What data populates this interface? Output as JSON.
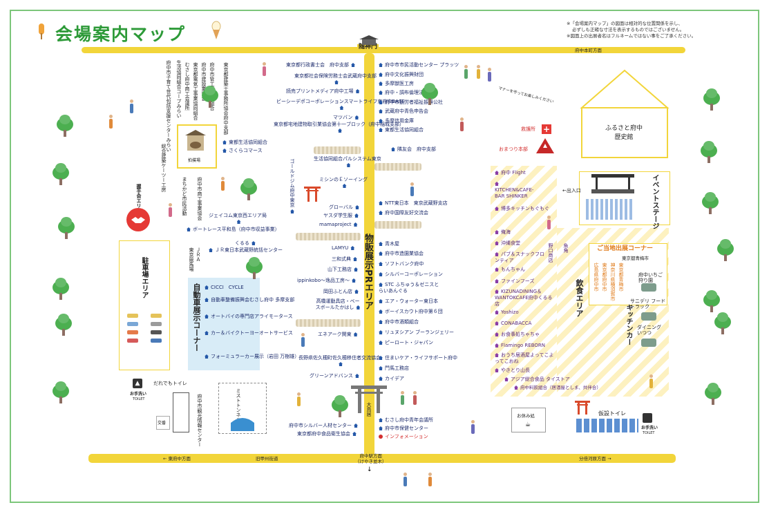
{
  "title": "会場案内マップ",
  "notes": [
    "※「会場案内マップ」の図面は相対的な位置関係を示し、",
    "必ずしも正確な寸法を表示するものではございません。",
    "※図面上の出展者名はフルネームではない事をご了承ください。"
  ],
  "gate": "随神門",
  "roads": {
    "top_right": "府中本町方面",
    "bottom_left": "東府中方面",
    "bottom_mid": "旧甲州街道",
    "bottom_center": "府中駅方面",
    "bottom_center2": "（けやき並木）",
    "bottom_right": "分倍河原方面"
  },
  "center_area": "物販展示PRエリア",
  "left_top_vertical": [
    "生活協同組合コープみらい",
    "府中市子育て世代包括支援センターみらい",
    "むさし府中商工会議所",
    "東京都電気工事業協同組合",
    "府中市建設業協会",
    "府中市管工事協同組合",
    "東京都建築士事務所協会府中支部"
  ],
  "shrine_left": "拍撲場",
  "shrine_left_stalls": [
    "東都生活協同組合",
    "さくらコマース"
  ],
  "left_mid_vertical": [
    "総合建築ケーツー工房",
    "まちかど市民活動",
    "府中市商工事業協会"
  ],
  "handshake_area": "握手会エリア",
  "left_mid_stalls": [
    "ジェイコム東京西エリア局",
    "ボートレース平和島（府中市収益事業）",
    "くるる",
    "ＪＲ東日本武蔵野統括センター"
  ],
  "left_jra": [
    "ＪＲＡ",
    "東京競馬場"
  ],
  "parking": "駐車場エリア",
  "car_corner_title": "自動車展示コーナー",
  "car_corner_stalls": [
    "CICCI　CYCLE",
    "自動車整備振興会むさし府中 多摩支部",
    "オートバイの専門店アライモータース",
    "カー＆バイクトーヨーオートサービス",
    "フォーミュラーカー展示（岩田 万樹雄）"
  ],
  "toilet_left": "だれでもトイレ",
  "toilet_left2": "お手洗い",
  "toilet_left3": "TOILET",
  "koban": "交番",
  "tourism_center": "府中市観光情報センター",
  "mist_tunnel": "ミストトンネル",
  "col2_stalls": [
    "東京都行政書士会　府中支部",
    "東京都社会保険労務士会武蔵府中支部",
    "読売プリントメディア府中工場",
    "ビーシーデポコーポレーションスマートライフ東府中BASE",
    "マツバン",
    "東京都宅地建物取引業協会第十一ブロック（府中稲城支部）"
  ],
  "col2_vertical": [
    "ゴールドジム府中東京"
  ],
  "col2_stalls_b": [
    "生活協同組合パルシステム東京",
    "ミシンのＥソーイング"
  ],
  "col2_stalls_c": [
    "グローバル",
    "ヤスダ学生服",
    "mamaproject"
  ],
  "col2_stalls_d": [
    "LAMYU",
    "三和式典",
    "山下工務店",
    "ippinkobo～逸品工房～",
    "岡田ふとん店",
    "高橋運動具店・ベースボールたかはし"
  ],
  "col2_stalls_e": [
    "エネアーク関東"
  ],
  "col2_stalls_f": [
    "長野県佐久穂町佐久穂移住者交流協会",
    "グリーンアドバンス"
  ],
  "shrine_oookunitama": "大鳥居",
  "col2_bottom": [
    "府中市シルバー人材センター",
    "東京都府中食品衛生協会"
  ],
  "col3_stalls": [
    "府中市市民活動センター プラッツ",
    "府中文化振興財団",
    "多摩獣医工房",
    "府中・調布倫理法人会",
    "府中市勤労者福祉振興公社",
    "武蔵府中青色申告会",
    "多摩信用金庫",
    "東都生活協同組合"
  ],
  "col3_stalls_b": [
    "隣友会　府中支部"
  ],
  "col3_stalls_c": [
    "NTT東日本　東京武蔵野支店",
    "府中国際友好交流会"
  ],
  "col3_stalls_d": [
    "青木屋",
    "府中市造園業協会",
    "ソフトバンク府中",
    "シルバーコーポレーション",
    "STC ふちゅう＆ゼニスとらいあんぐる",
    "エア・ウォーター東日本",
    "ボーイスカウト府中第６団",
    "府中市酒類組合",
    "リュヌシアン ブーランジェリー",
    "ピーロート・ジャパン"
  ],
  "col3_stalls_e": [
    "住まいケア・ライフサポート府中",
    "門馬工務店",
    "カイデア"
  ],
  "col3_bottom": [
    "むさし府中青年会議所",
    "府中市保健センター"
  ],
  "information": "インフォメーション",
  "first_aid": "救護所",
  "festival_hq": "おまつり本部",
  "manners": "マナーを守ってお楽しみください",
  "history_museum": "ふるさと府中歴史館",
  "exit": "出入口",
  "event_stage": "イベントステージ",
  "food_stalls": [
    "府中 Flight",
    "KITCHEN&CAFE-BAR SHINKER",
    "博多キッチンもぐもぐ",
    "俺海",
    "沖縄食堂",
    "パブ＆スナックフロンティア",
    "もんちゃん",
    "ファインフーズ",
    "KIZUNADINING＆WANTOKCAFE府中くるる店",
    "Yoshizo",
    "CONABACCA",
    "お食事処ちゃちゃ",
    "Flamingo REBORN",
    "おうち居酒屋よってこよってこおね",
    "やきとり山長",
    "アジア総合食品 タイストア",
    "府中料飲組合（居酒屋としま、共伴合）"
  ],
  "food_vertical": [
    "野口商店",
    "魚角"
  ],
  "food_area": "飲食エリア",
  "local_corner_title": "ご当地出展コーナー",
  "local_corner_sub": "東京都青梅市",
  "local_corner_vertical": [
    "広島県府中市",
    "東京都府中市",
    "神奈川県横須賀市",
    "東京都青梅市"
  ],
  "kitchen_car": "キッチンカー",
  "kitchen_cars": [
    "府中いちご狩り園",
    "サニデリ フードトラック",
    "ダイニングいつつ"
  ],
  "rest_area": "お休み処",
  "temp_toilet": "仮設トイレ",
  "toilet_right": "お手洗い",
  "toilet_right2": "TOILET",
  "colors": {
    "road": "#f2d53a",
    "accent_green": "#2d9a38",
    "stall_icon": "#2558a8",
    "food_icon": "#8a3fa6",
    "torii": "#d94a2b"
  }
}
